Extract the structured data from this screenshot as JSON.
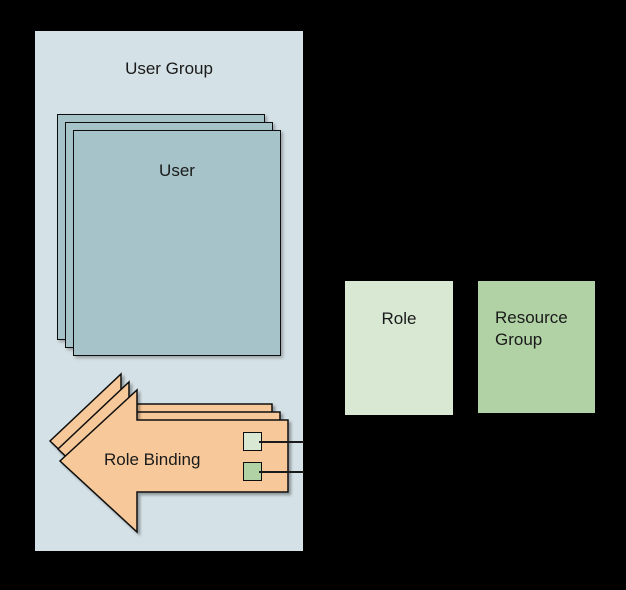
{
  "diagram": {
    "type": "rbac-relationship-diagram",
    "user_group_panel": {
      "title": "User Group",
      "background_color": "#d4e1e6",
      "user_card": {
        "label": "User",
        "stack_count": 3,
        "fill_color": "#a5c3c9"
      },
      "role_binding": {
        "label": "Role Binding",
        "shape": "left-arrow",
        "stack_count": 3,
        "fill_color": "#f7c99a",
        "ports": [
          {
            "name": "role-port",
            "color": "#d8e8d3"
          },
          {
            "name": "resource-group-port",
            "color": "#b0d2a4"
          }
        ]
      }
    },
    "right_boxes": [
      {
        "label": "Role",
        "fill_color": "#d8e8d3"
      },
      {
        "label": "Resource\nGroup",
        "line1": "Resource",
        "line2": "Group",
        "fill_color": "#b0d2a4"
      }
    ],
    "connectors": [
      {
        "from": "role-port",
        "to": "role-box"
      },
      {
        "from": "resource-group-port",
        "to": "resource-group-box"
      }
    ],
    "colors": {
      "background": "#000000",
      "panel": "#d4e1e6",
      "user": "#a5c3c9",
      "role_binding": "#f7c99a",
      "role": "#d8e8d3",
      "resource_group": "#b0d2a4",
      "stroke": "#0e0e0e"
    }
  }
}
